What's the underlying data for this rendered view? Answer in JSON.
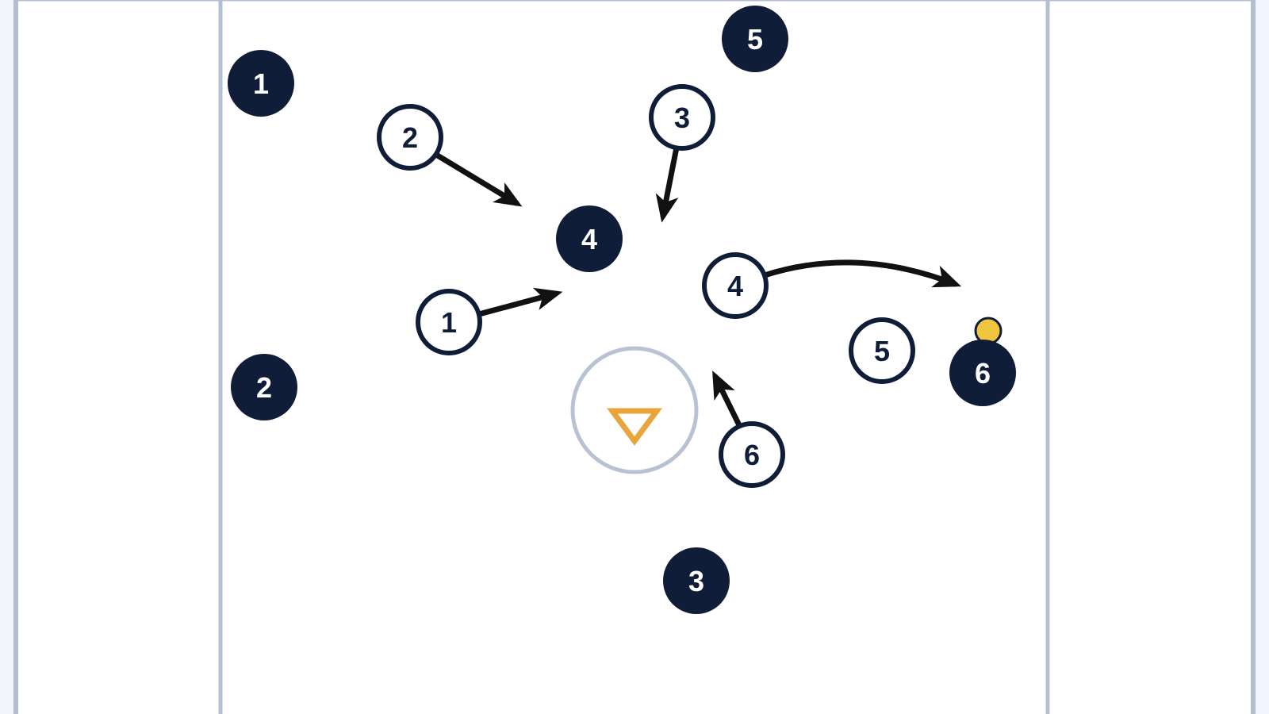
{
  "colors": {
    "background": "#f3f5fa",
    "field": "#ffffff",
    "field_line": "#b4c0d2",
    "crease": "#b7c2d3",
    "goal": "#e8a53a",
    "dark_player": "#0f1d38",
    "light_player_fill": "#ffffff",
    "light_player_outline": "#0f1d38",
    "arrow": "#111111",
    "ball": "#f0c640"
  },
  "goal_icon": "triangle-down-goal-icon",
  "dark_players": [
    {
      "id": "d1",
      "label": "1"
    },
    {
      "id": "d2",
      "label": "2"
    },
    {
      "id": "d3",
      "label": "3"
    },
    {
      "id": "d4",
      "label": "4"
    },
    {
      "id": "d5",
      "label": "5"
    },
    {
      "id": "d6",
      "label": "6"
    }
  ],
  "light_players": [
    {
      "id": "o1",
      "label": "1"
    },
    {
      "id": "o2",
      "label": "2"
    },
    {
      "id": "o3",
      "label": "3"
    },
    {
      "id": "o4",
      "label": "4"
    },
    {
      "id": "o5",
      "label": "5"
    },
    {
      "id": "o6",
      "label": "6"
    }
  ],
  "ball_holder": "6"
}
